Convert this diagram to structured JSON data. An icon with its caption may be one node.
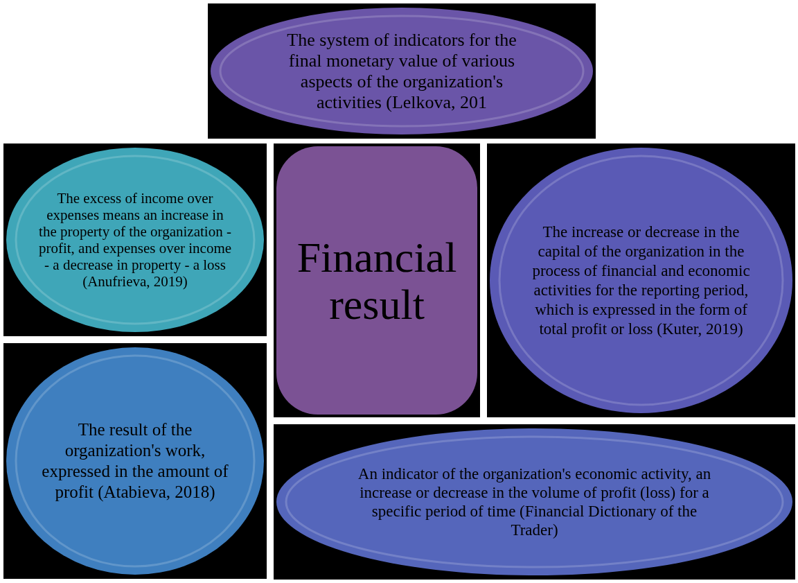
{
  "diagram": {
    "nodes": [
      {
        "text": [
          "The system of indicators for the final monetary value of various aspects of the organization's activities (Lelkova, 201"
        ]
      },
      {
        "text": [
          "The excess of income over expenses means an increase in the property of the organization - profit, and expenses over income - a decrease in property - a loss (Anufrieva, 2019)"
        ]
      },
      {
        "text": [
          "Financial result"
        ]
      },
      {
        "text": [
          "The increase or decrease in the capital of the organization in the process of financial and economic activities for the reporting period, which is expressed in the form of total profit or loss (Kuter, 2019)"
        ]
      },
      {
        "text": [
          "The result of the organization's work, expressed in the amount of profit (Atabieva, 2018)"
        ]
      },
      {
        "text": [
          "An indicator of the organization's economic activity, an increase or decrease in the volume of profit (loss) for a specific period of time (Financial Dictionary of the Trader)"
        ]
      }
    ]
  }
}
